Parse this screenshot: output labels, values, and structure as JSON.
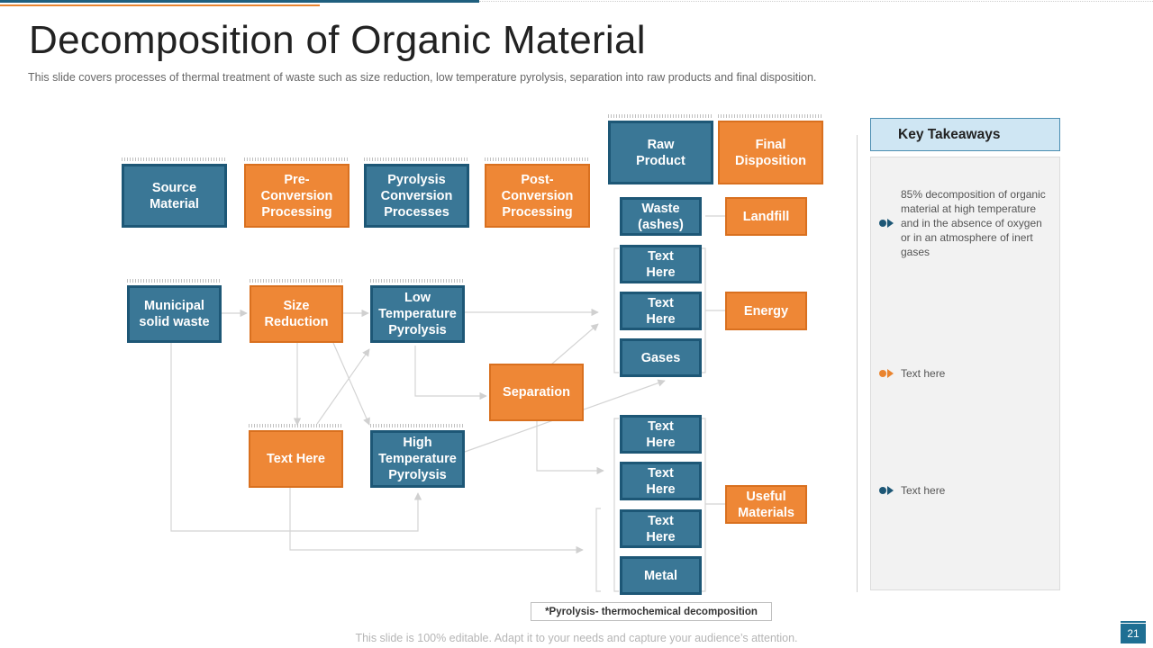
{
  "title": "Decomposition of Organic Material",
  "subtitle": "This slide covers processes of thermal treatment of waste such as size reduction, low temperature pyrolysis, separation into raw products and final disposition.",
  "header_row": {
    "source": [
      "Source",
      "Material"
    ],
    "preconv": [
      "Pre-",
      "Conversion",
      "Processing"
    ],
    "pyroconv": [
      "Pyrolysis",
      "Conversion",
      "Processes"
    ],
    "postconv": [
      "Post-",
      "Conversion",
      "Processing"
    ],
    "raw": [
      "Raw",
      "Product"
    ],
    "final": [
      "Final",
      "Disposition"
    ]
  },
  "flow": {
    "msw": [
      "Municipal",
      "solid waste"
    ],
    "size": [
      "Size",
      "Reduction"
    ],
    "ltp": [
      "Low",
      "Temperature",
      "Pyrolysis"
    ],
    "textHere": "Text Here",
    "htp": [
      "High",
      "Temperature",
      "Pyrolysis"
    ],
    "separation": "Separation"
  },
  "products": {
    "waste": [
      "Waste",
      "(ashes)"
    ],
    "t1": [
      "Text",
      "Here"
    ],
    "t2": [
      "Text",
      "Here"
    ],
    "gases": "Gases",
    "t3": [
      "Text",
      "Here"
    ],
    "t4": [
      "Text",
      "Here"
    ],
    "t5": [
      "Text",
      "Here"
    ],
    "metal": "Metal"
  },
  "disposition": {
    "landfill": "Landfill",
    "energy": "Energy",
    "useful": [
      "Useful",
      "Materials"
    ]
  },
  "key_takeaways": {
    "heading": "Key Takeaways",
    "items": [
      {
        "text": "85% decomposition of organic material at high temperature and in the absence of oxygen or in an atmosphere of inert gases",
        "color": "#1d5776"
      },
      {
        "text": "Text here",
        "color": "#e9842f"
      },
      {
        "text": "Text here",
        "color": "#1d5776"
      }
    ]
  },
  "footnote": "*Pyrolysis-  thermochemical decomposition",
  "bottom_note": "This slide is 100% editable. Adapt it to your needs and capture your audience’s attention.",
  "page_number": "21",
  "colors": {
    "teal": "#3a7796",
    "teal_border": "#1d5776",
    "orange": "#ee8736",
    "accent_blue": "#1f5f7e"
  }
}
